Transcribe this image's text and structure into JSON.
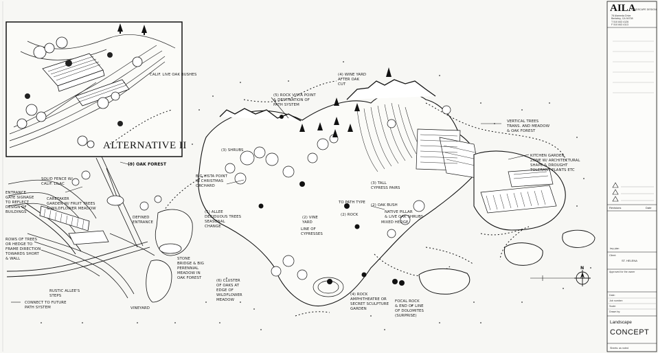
{
  "inset": {
    "title": "ALTERNATIVE II",
    "note": "CALIF. LIVE OAK BUSHES"
  },
  "annotations": {
    "oak_forest": "(9) OAK FOREST",
    "wine_yard": "(4) WINE YARD AFTER OAK CUT",
    "rock_vista": "(5) ROCK VISTA POINT & DESTINATION OF PATH SYSTEM",
    "shrubs": "(3) SHRUBS",
    "vertical_trees": "VERTICAL TREES TRANS. AND MEADOW & OAK FOREST",
    "kitchen_garden": "KITCHEN GARDEN ZONE W/ ARCHITECTURAL SHAPE & DROUGHT TOLERANT PLANTS ETC",
    "big_vista": "BIG VISTA POINT IN CHRISTMAS ORCHARD",
    "solid_fence": "SOLID FENCE W/ CALIF. LILAC",
    "caretaker": "CARETAKER GARDEN W/ FRUIT TREES & WILDFLOWER MEADOW",
    "entrance_gate": "ENTRANCE GATE SIGNAGE TO REFLECT DESIGN OF BUILDINGS",
    "defined_entrance": "DEFINED ENTRANCE",
    "allee": "(1) ALLEE DECIDUOUS TREES SEASONAL CHANGE",
    "vine_yard": "(2) VINE YARD",
    "line_cypresses": "LINE OF CYPRESSES",
    "path_type": "TO PATH TYPE",
    "rock_small": "(2) ROCK",
    "sculpture_garden": "(4) ROCK AMPHITHEATRE OR SECRET SCULPTURE GARDEN",
    "tall_cypress_pairs": "(3) TALL CYPRESS PAIRS",
    "oak_bush": "(2) OAK BUSH",
    "mixed_hedge": "MIXED HEDGE",
    "native_pillar": "NATIVE PILLAR & LIVE OAK SHRUBS",
    "rows_of_trees": "ROWS OF TREES OR HEDGE TO FRAME DIRECTION TOWARDS SHORT & WALL",
    "rustic_allee": "RUSTIC ALLEE'S STEPS",
    "connect": "CONNECT TO FUTURE PATH SYSTEM",
    "vineyard": "VINEYARD",
    "cluster_oaks": "(6) CLUSTER OF OAKS AT EDGE OF WILDFLOWER MEADOW",
    "stone_bridge": "STONE BRIDGE & BIG PERENNIAL MEADOW IN OAK FOREST",
    "focal_rock": "FOCAL ROCK & END OF LINE OF DOLOMITES (SURPRISE)"
  },
  "titleblock": {
    "firm_logo": "AILA",
    "firm_name": "LANDSCAPE DESIGN",
    "address_lines": [
      "78 Alameda Drive",
      "Berkeley, CA 94708",
      "T 510 843 4126",
      "F 510 843 4113"
    ],
    "revisions_label": "Revisions",
    "date_label": "Date",
    "key_plan_label": "key plan",
    "client_label": "Client:",
    "client_value": "ST. HELENA",
    "approval_label": "Approved for the owner",
    "date_field": "Date:",
    "job_number": "Job number:",
    "drawn_by": "Drawn by:",
    "scale_field": "Scale:",
    "project_line1": "Landscape",
    "project_line2": "CONCEPT",
    "sheet_label": "Sheets: as noted"
  },
  "north_label": "N"
}
